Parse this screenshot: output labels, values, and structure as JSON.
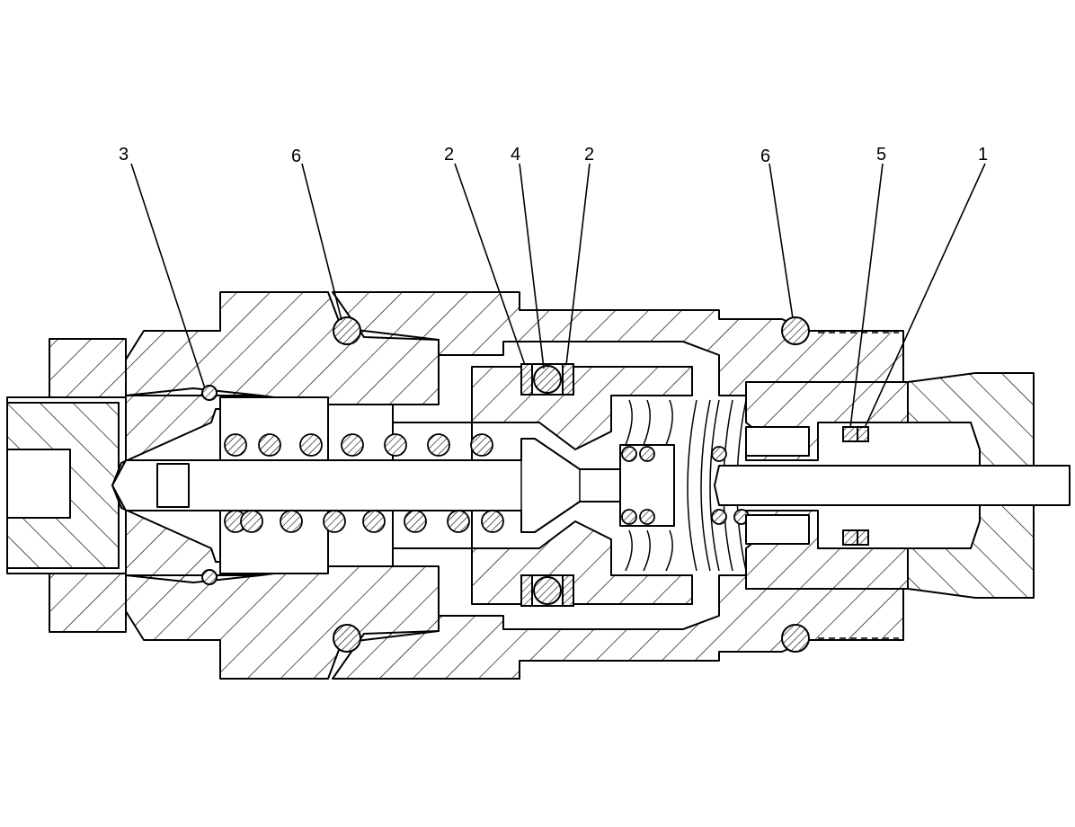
{
  "callouts": [
    {
      "id": "callout-3",
      "text": "3"
    },
    {
      "id": "callout-6-left",
      "text": "6"
    },
    {
      "id": "callout-2-left",
      "text": "2"
    },
    {
      "id": "callout-4",
      "text": "4"
    },
    {
      "id": "callout-2-right",
      "text": "2"
    },
    {
      "id": "callout-6-right",
      "text": "6"
    },
    {
      "id": "callout-5",
      "text": "5"
    },
    {
      "id": "callout-1",
      "text": "1"
    }
  ]
}
